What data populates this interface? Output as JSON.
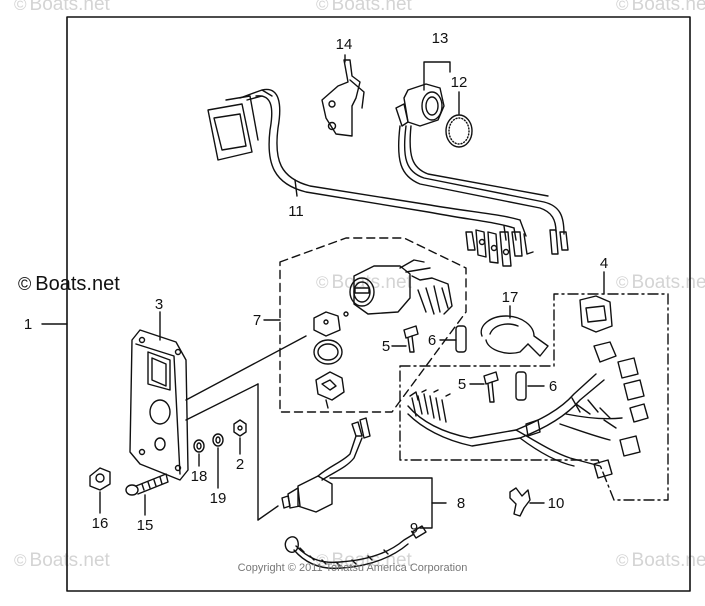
{
  "watermark": {
    "symbol": "©",
    "text": "Boats.net"
  },
  "brand": {
    "symbol": "©",
    "text": "Boats.net"
  },
  "copyright": "Copyright © 2011 Tohatsu America Corporation",
  "callouts": [
    {
      "id": "c1",
      "label": "1"
    },
    {
      "id": "c2",
      "label": "2"
    },
    {
      "id": "c3",
      "label": "3"
    },
    {
      "id": "c4",
      "label": "4"
    },
    {
      "id": "c5a",
      "label": "5"
    },
    {
      "id": "c5b",
      "label": "5"
    },
    {
      "id": "c6a",
      "label": "6"
    },
    {
      "id": "c6b",
      "label": "6"
    },
    {
      "id": "c7",
      "label": "7"
    },
    {
      "id": "c8",
      "label": "8"
    },
    {
      "id": "c9",
      "label": "9"
    },
    {
      "id": "c10",
      "label": "10"
    },
    {
      "id": "c11",
      "label": "11"
    },
    {
      "id": "c12",
      "label": "12"
    },
    {
      "id": "c13",
      "label": "13"
    },
    {
      "id": "c14",
      "label": "14"
    },
    {
      "id": "c15",
      "label": "15"
    },
    {
      "id": "c16",
      "label": "16"
    },
    {
      "id": "c17",
      "label": "17"
    },
    {
      "id": "c18",
      "label": "18"
    },
    {
      "id": "c19",
      "label": "19"
    }
  ]
}
